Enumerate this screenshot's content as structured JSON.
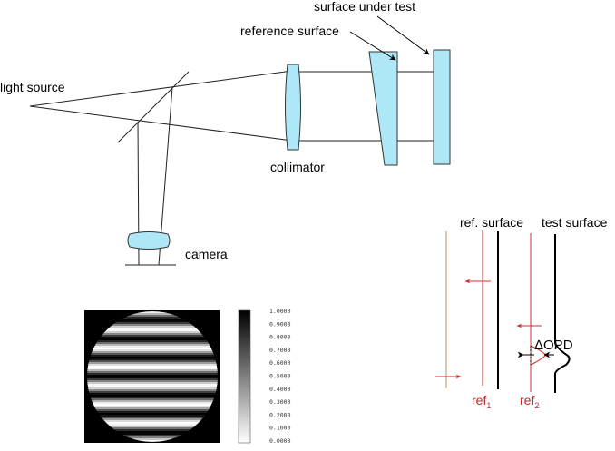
{
  "setup": {
    "light_source": "light source",
    "collimator": "collimator",
    "reference_surface": "reference surface",
    "surface_under_test": "surface under test",
    "camera": "camera"
  },
  "detail": {
    "ref_surface": "ref. surface",
    "test_surface": "test surface",
    "ref1": "ref",
    "ref1_sub": "1",
    "ref2": "ref",
    "ref2_sub": "2",
    "delta_opd": "ΔOPD"
  },
  "colorbar": {
    "ticks": [
      "1.0000",
      "0.9000",
      "0.8000",
      "0.7000",
      "0.6000",
      "0.5000",
      "0.4000",
      "0.3000",
      "0.2000",
      "0.1000",
      "0.0000"
    ]
  },
  "colors": {
    "glass": "#aee8f7",
    "ref_ray": "#d92b2b",
    "incident_ray": "#d9b38c"
  }
}
